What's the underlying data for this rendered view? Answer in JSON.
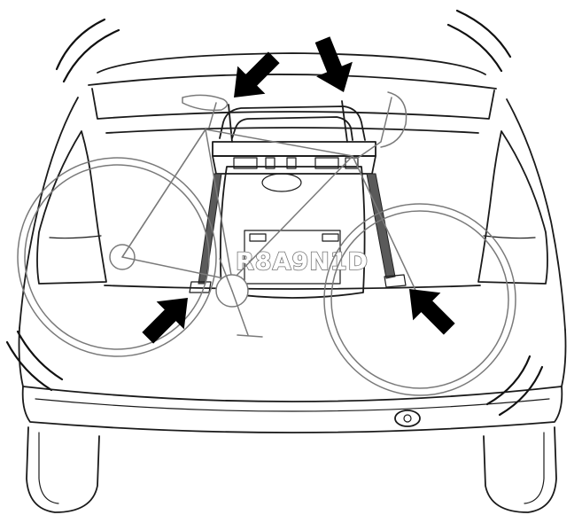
{
  "license_plate": {
    "text": "R8A9N1D"
  },
  "colors": {
    "line": "#1a1a1a",
    "arrow": "#000000",
    "bike": "#7a7a7a",
    "background": "#ffffff"
  },
  "callout_arrows": [
    {
      "id": "top-left",
      "points_to": "upper-left-hook"
    },
    {
      "id": "top-right",
      "points_to": "upper-right-hook"
    },
    {
      "id": "bottom-left",
      "points_to": "lower-left-strap"
    },
    {
      "id": "bottom-right",
      "points_to": "lower-right-strap"
    }
  ]
}
